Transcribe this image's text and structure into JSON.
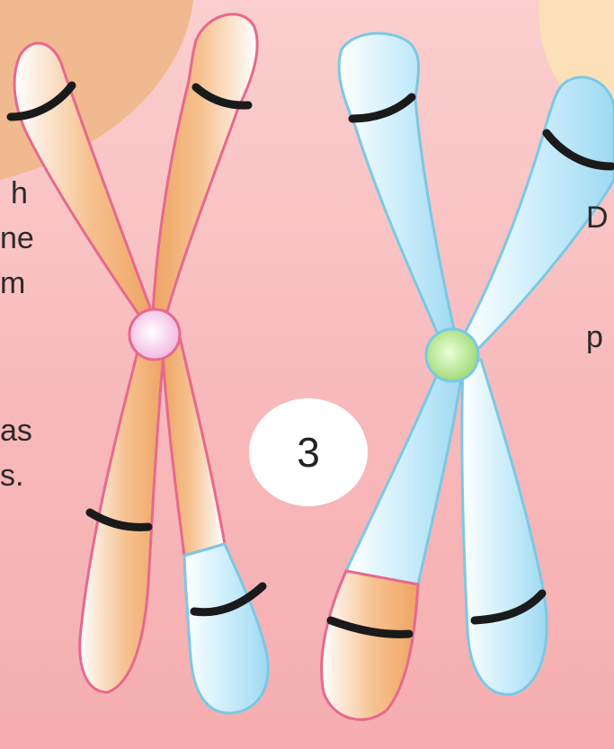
{
  "left_text_fragments": [
    "h",
    "ne",
    "m",
    "as",
    "s."
  ],
  "right_text_fragments": [
    "D",
    "p"
  ],
  "step_number": "3",
  "colors": {
    "background": "#f9c1c3",
    "orange_chromatid": "#f2b47a",
    "blue_chromatid": "#bfe8f8",
    "pink_outline": "#e8688e",
    "blue_outline": "#79c9e6",
    "pink_centromere": "#f4c6e6",
    "green_centromere": "#a7e07f",
    "band": "#1a1a1a"
  },
  "icons": [
    "chromosome-orange-pink-icon",
    "chromosome-blue-green-icon",
    "centromere-pink-icon",
    "centromere-green-icon"
  ]
}
